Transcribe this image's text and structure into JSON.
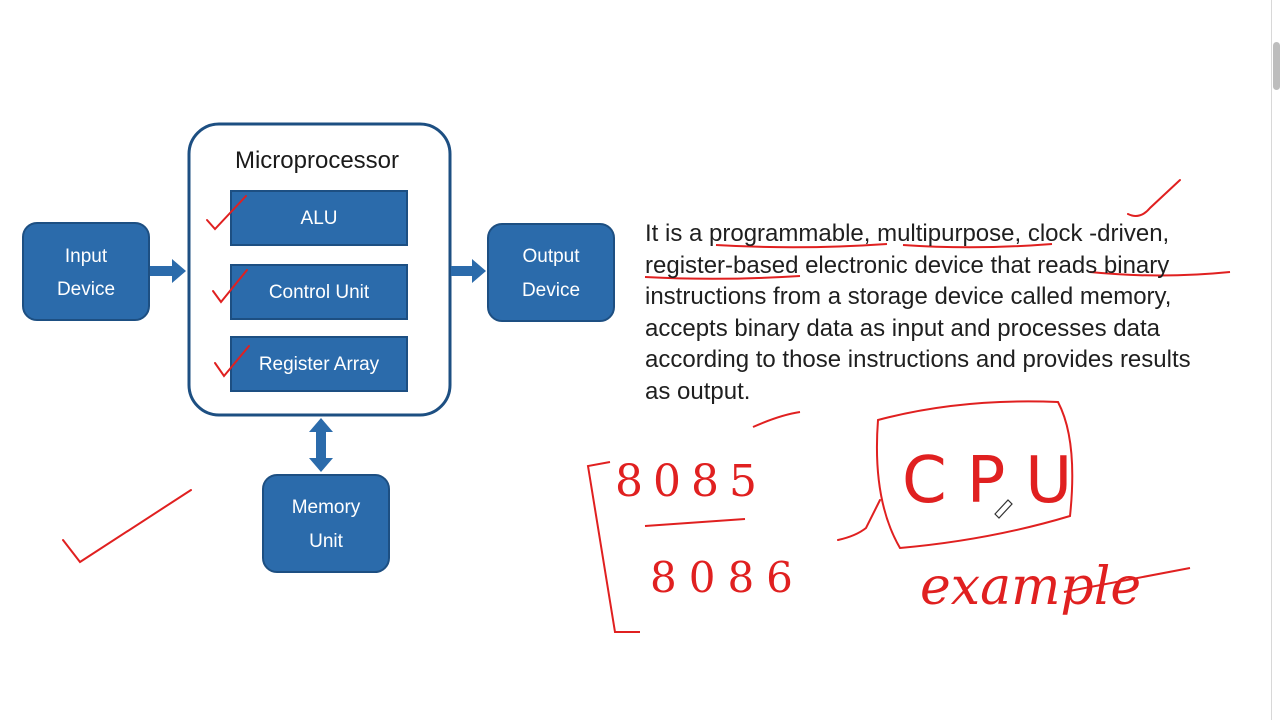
{
  "diagram": {
    "title": "Microprocessor",
    "input_device": [
      "Input",
      "Device"
    ],
    "output_device": [
      "Output",
      "Device"
    ],
    "memory_unit": [
      "Memory",
      "Unit"
    ],
    "alu": "ALU",
    "control_unit": "Control Unit",
    "register_array": "Register Array"
  },
  "definition_lines": [
    "It is a programmable, multipurpose, clock -driven,",
    "register-based electronic device that reads binary",
    "instructions from a storage device called memory,",
    "accepts binary data as input and processes data",
    "according to those instructions and provides results",
    "as output."
  ],
  "handwriting": {
    "number_top": "8085",
    "number_bottom": "8086",
    "cpu": "CPU",
    "example": "example"
  },
  "colors": {
    "box_fill": "#2b6bab",
    "box_border": "#1d4f82",
    "arrow": "#2b6bab",
    "ink": "#e02020",
    "text": "#1f1f1f"
  }
}
